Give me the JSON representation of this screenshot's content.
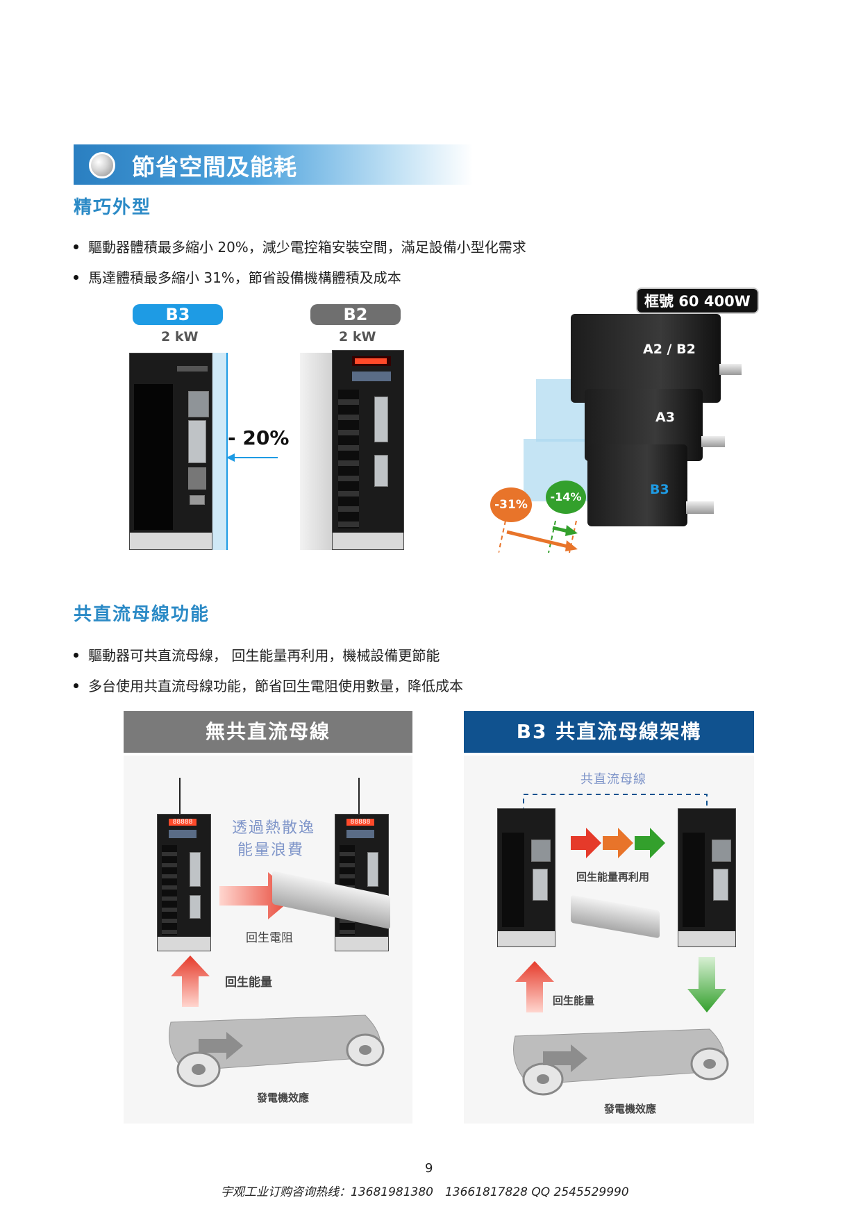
{
  "section": {
    "title": "節省空間及能耗"
  },
  "compact": {
    "heading": "精巧外型",
    "bullets": [
      "驅動器體積最多縮小 20%，減少電控箱安裝空間，滿足設備小型化需求",
      "馬達體積最多縮小 31%，節省設備機構體積及成本"
    ],
    "drives": [
      {
        "model": "B3",
        "power": "2 kW"
      },
      {
        "model": "B2",
        "power": "2 kW"
      }
    ],
    "drive_reduction": "- 20%",
    "motor_frame": "框號 60 400W",
    "motors": [
      "A2 / B2",
      "A3",
      "B3"
    ],
    "motor_reductions": [
      "-31%",
      "-14%"
    ]
  },
  "dcbus": {
    "heading": "共直流母線功能",
    "bullets": [
      "驅動器可共直流母線， 回生能量再利用，機械設備更節能",
      "多台使用共直流母線功能，節省回生電阻使用數量，降低成本"
    ],
    "left_panel": {
      "header": "無共直流母線",
      "waste_text_1": "透過熱散逸",
      "waste_text_2": "能量浪費",
      "resistor_label": "回生電阻",
      "regen_label": "回生能量",
      "generator_label": "發電機效應",
      "display": "88888"
    },
    "right_panel": {
      "header": "B3 共直流母線架構",
      "bus_label": "共直流母線",
      "reuse_label": "回生能量再利用",
      "regen_label": "回生能量",
      "generator_label": "發電機效應"
    }
  },
  "footer": {
    "page_number": "9",
    "hotline": "宇观工业订购咨询热线：13681981380　13661817828  QQ 2545529990"
  },
  "colors": {
    "accent_blue": "#2b8ac6",
    "pill_blue": "#1e9be4",
    "dark_navy": "#10528f",
    "gray_header": "#7a7a7a",
    "orange": "#e8742a",
    "green": "#33a02c",
    "red": "#e53a2a"
  }
}
